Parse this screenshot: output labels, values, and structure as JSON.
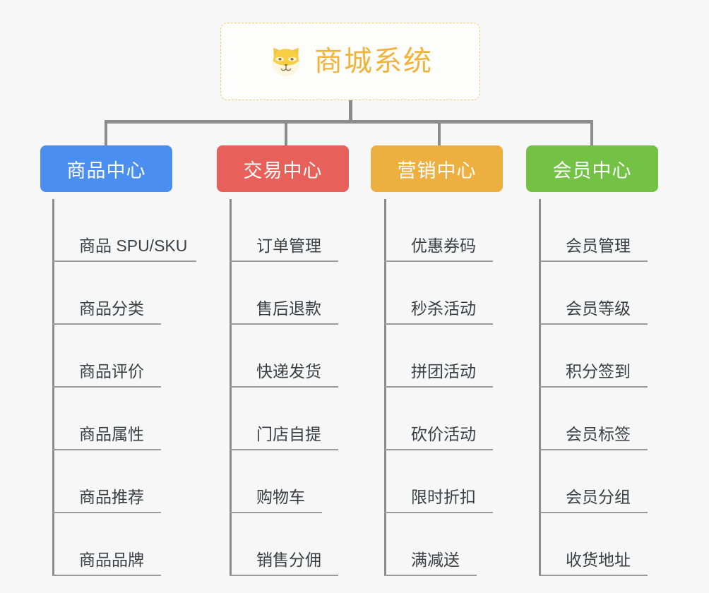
{
  "root": {
    "title": "商城系统",
    "icon": "shiba-dog-icon",
    "text_color": "#f0b33c",
    "border_color": "#f0c87a"
  },
  "canvas": {
    "background": "#f7f7f7",
    "connector_color": "#8c8c8c"
  },
  "branches": [
    {
      "label": "商品中心",
      "color": "#4a8ef0",
      "items": [
        "商品 SPU/SKU",
        "商品分类",
        "商品评价",
        "商品属性",
        "商品推荐",
        "商品品牌"
      ]
    },
    {
      "label": "交易中心",
      "color": "#e8605a",
      "items": [
        "订单管理",
        "售后退款",
        "快递发货",
        "门店自提",
        "购物车",
        "销售分佣"
      ]
    },
    {
      "label": "营销中心",
      "color": "#eeaf41",
      "items": [
        "优惠券码",
        "秒杀活动",
        "拼团活动",
        "砍价活动",
        "限时折扣",
        "满减送"
      ]
    },
    {
      "label": "会员中心",
      "color": "#73c246",
      "items": [
        "会员管理",
        "会员等级",
        "积分签到",
        "会员标签",
        "会员分组",
        "收货地址"
      ]
    }
  ]
}
